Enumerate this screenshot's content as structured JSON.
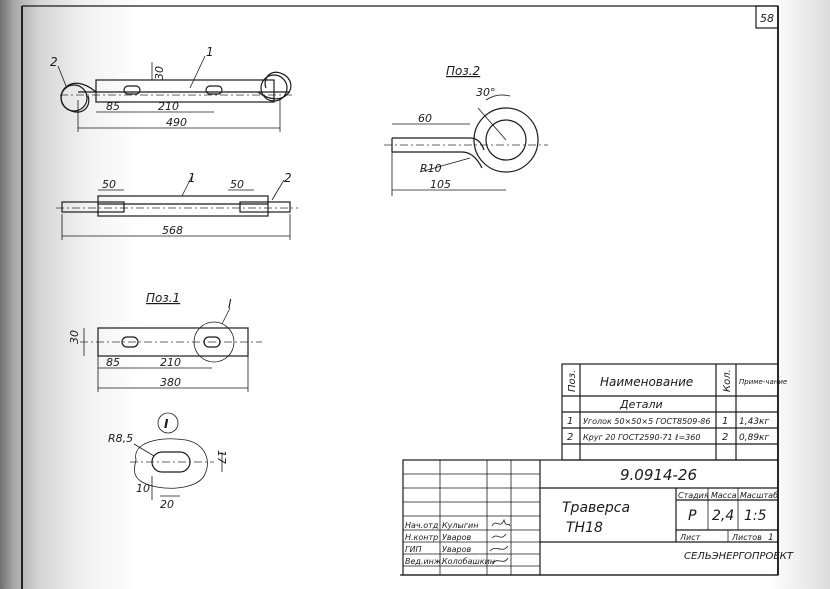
{
  "sheet": {
    "page_number": "58"
  },
  "assembly_top": {
    "pos_a": "1",
    "pos_b": "2",
    "dim_30": "30",
    "dim_85": "85",
    "dim_210": "210",
    "dim_490": "490"
  },
  "assembly_side": {
    "pos_a": "1",
    "pos_b": "2",
    "dim_50_left": "50",
    "dim_50_right": "50",
    "dim_568": "568"
  },
  "pos2_detail": {
    "title": "Поз.2",
    "angle": "30°",
    "dim_60": "60",
    "radius": "R10",
    "dim_105": "105"
  },
  "pos1_detail": {
    "title": "Поз.1",
    "callout": "I",
    "dim_30": "30",
    "dim_85": "85",
    "dim_210": "210",
    "dim_380": "380"
  },
  "detail_i": {
    "callout": "I",
    "radius": "R8,5",
    "dim_17": "17",
    "dim_10": "10",
    "dim_20": "20"
  },
  "spec_table": {
    "headers": {
      "pos": "Поз.",
      "name": "Наименование",
      "qty": "Кол.",
      "note": "Приме-чание"
    },
    "section": "Детали",
    "rows": [
      {
        "pos": "1",
        "name": "Уголок 50×50×5 ГОСТ8509-86",
        "qty": "1",
        "note": "1,43кг"
      },
      {
        "pos": "2",
        "name": "Круг 20 ГОСТ2590-71 ℓ=360",
        "qty": "2",
        "note": "0,89кг"
      }
    ]
  },
  "title_block": {
    "doc_number": "9.0914-26",
    "title_line1": "Траверса",
    "title_line2": "ТН18",
    "col_stage": "Стадия",
    "col_mass": "Масса",
    "col_scale": "Масштаб",
    "stage": "Р",
    "mass": "2,4",
    "scale": "1:5",
    "sheet_label": "Лист",
    "sheets_label": "Листов",
    "sheets_value": "1",
    "organization": "СЕЛЬЭНЕРГОПРОЕКТ",
    "signatures": [
      {
        "role": "Нач.отд",
        "name": "Кулыгин"
      },
      {
        "role": "Н.контр",
        "name": "Уваров"
      },
      {
        "role": "ГИП",
        "name": "Уваров"
      },
      {
        "role": "Вед.инж.",
        "name": "Колобашкин"
      }
    ]
  }
}
